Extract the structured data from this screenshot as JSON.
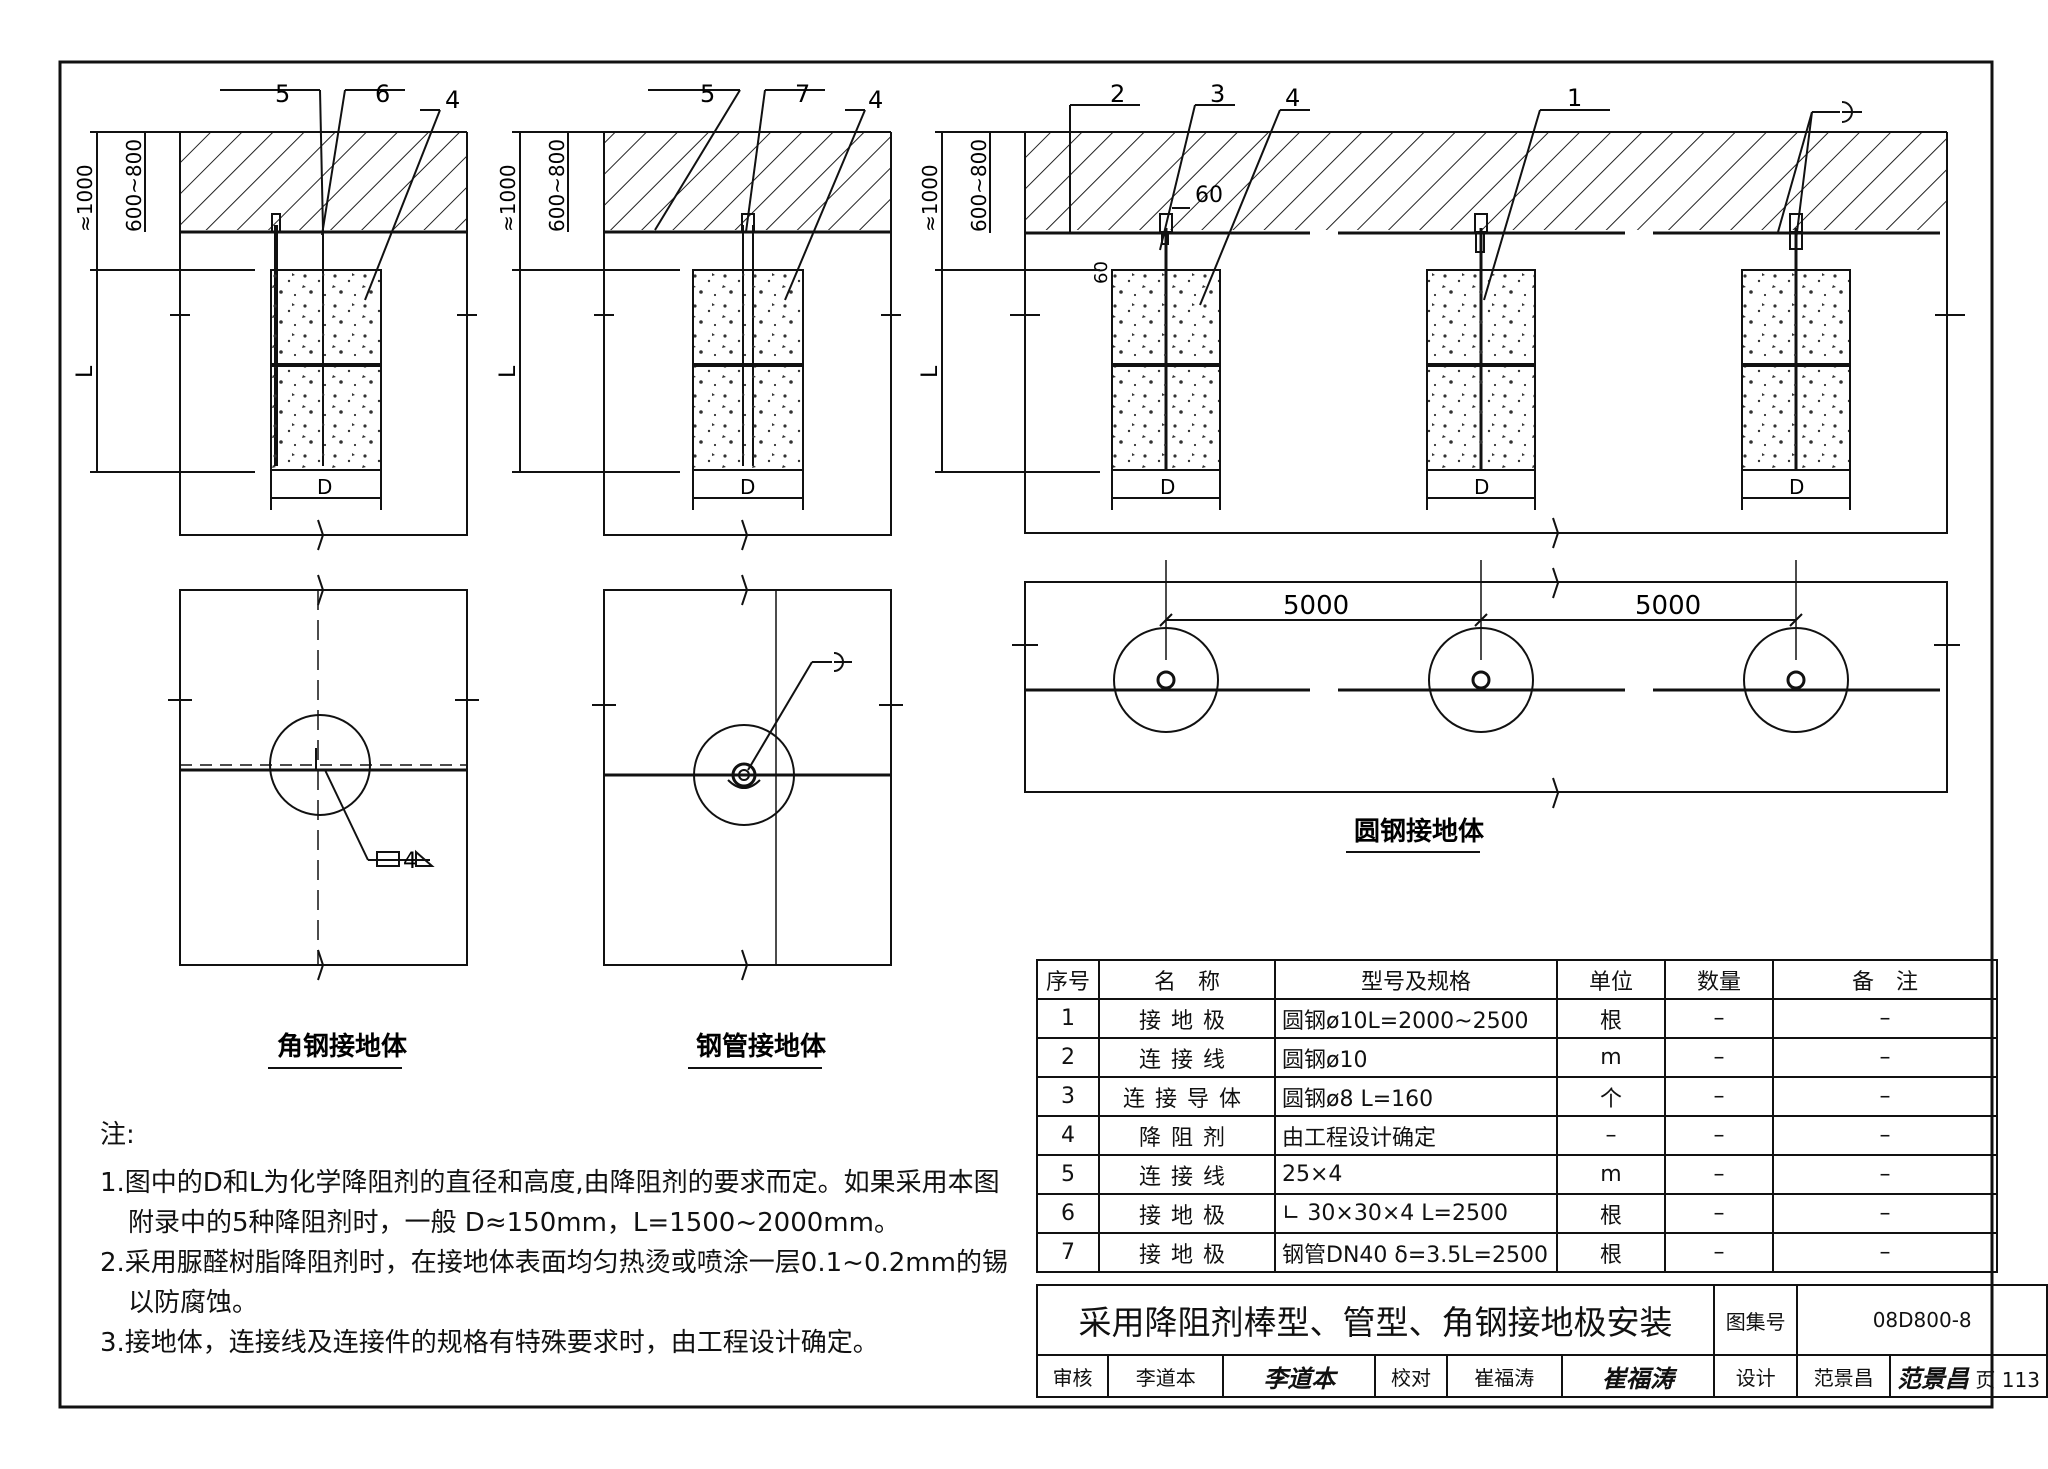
{
  "drawings": {
    "angle_steel": {
      "title": "角钢接地体",
      "callouts": [
        "5",
        "6",
        "4"
      ],
      "dims": {
        "depth_total": "≈1000",
        "depth_cover": "600~800",
        "height": "L",
        "diameter": "D"
      },
      "weld_note": "4"
    },
    "steel_pipe": {
      "title": "钢管接地体",
      "callouts": [
        "5",
        "7",
        "4"
      ],
      "dims": {
        "depth_total": "≈1000",
        "depth_cover": "600~800",
        "height": "L",
        "diameter": "D"
      }
    },
    "round_steel": {
      "title": "圆钢接地体",
      "callouts": [
        "2",
        "3",
        "4",
        "1"
      ],
      "dims": {
        "depth_total": "≈1000",
        "depth_cover": "600~800",
        "height": "L",
        "diameter": "D",
        "bend": "60",
        "bend_v": "60",
        "spacing_1": "5000",
        "spacing_2": "5000"
      }
    }
  },
  "notes": {
    "heading": "注:",
    "items": [
      "1.图中的D和L为化学降阻剂的直径和高度,由降阻剂的要求而定。如果采用本图附录中的5种降阻剂时，一般 D≈150mm，L=1500~2000mm。",
      "2.采用脲醛树脂降阻剂时，在接地体表面均匀热烫或喷涂一层0.1~0.2mm的锡以防腐蚀。",
      "3.接地体，连接线及连接件的规格有特殊要求时，由工程设计确定。"
    ]
  },
  "table": {
    "headers": [
      "序号",
      "名　称",
      "型号及规格",
      "单位",
      "数量",
      "备　注"
    ],
    "rows": [
      [
        "1",
        "接地极",
        "圆钢ø10L=2000~2500",
        "根",
        "–",
        "–"
      ],
      [
        "2",
        "连接线",
        "圆钢ø10",
        "m",
        "–",
        "–"
      ],
      [
        "3",
        "连接导体",
        "圆钢ø8 L=160",
        "个",
        "–",
        "–"
      ],
      [
        "4",
        "降阻剂",
        "由工程设计确定",
        "–",
        "–",
        "–"
      ],
      [
        "5",
        "连接线",
        "25×4",
        "m",
        "–",
        "–"
      ],
      [
        "6",
        "接地极",
        "∟ 30×30×4  L=2500",
        "根",
        "–",
        "–"
      ],
      [
        "7",
        "接地极",
        "钢管DN40 δ=3.5L=2500",
        "根",
        "–",
        "–"
      ]
    ]
  },
  "title_block": {
    "title": "采用降阻剂棒型、管型、角钢接地极安装",
    "atlas_label": "图集号",
    "atlas_no": "08D800-8",
    "review_label": "审核",
    "reviewer": "李道本",
    "reviewer_sign": "李道本",
    "check_label": "校对",
    "checker": "崔福涛",
    "checker_sign": "崔福涛",
    "design_label": "设计",
    "designer": "范景昌",
    "designer_sign": "范景昌",
    "page_label": "页",
    "page_no": "113"
  }
}
